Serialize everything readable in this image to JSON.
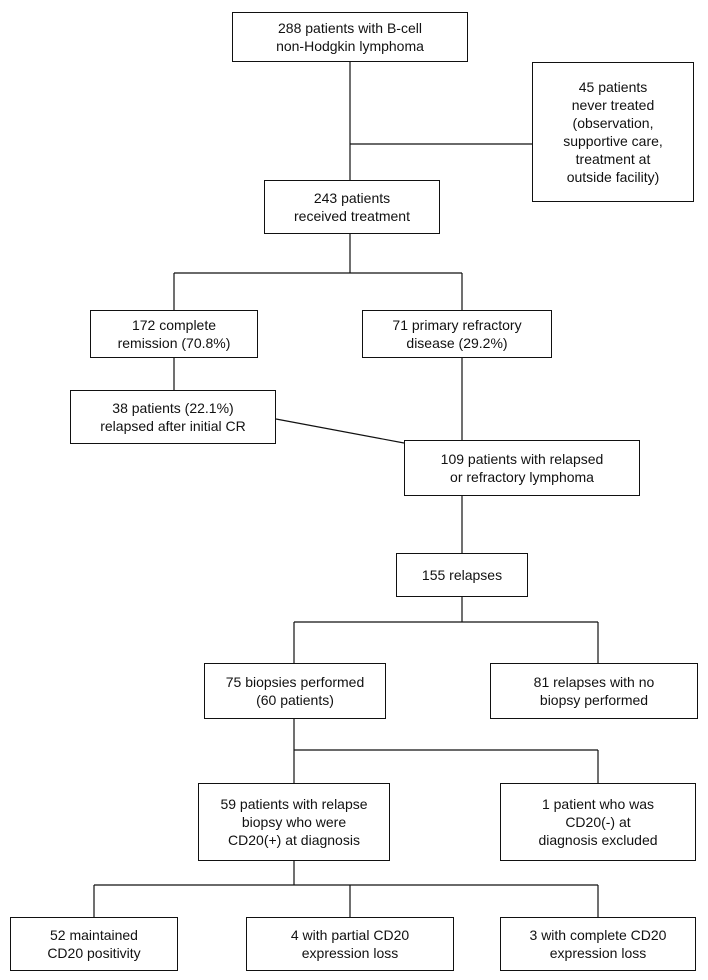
{
  "boxes": {
    "total": [
      "288 patients with B-cell",
      "non-Hodgkin lymphoma"
    ],
    "never_treated": [
      "45 patients",
      "never treated",
      "(observation,",
      "supportive care,",
      "treatment at",
      "outside facility)"
    ],
    "received": [
      "243 patients",
      "received treatment"
    ],
    "complete_remission": [
      "172 complete",
      "remission (70.8%)"
    ],
    "primary_refractory": [
      "71 primary refractory",
      "disease (29.2%)"
    ],
    "relapsed_cr": [
      "38 patients (22.1%)",
      "relapsed after initial CR"
    ],
    "relapsed_refractory": [
      "109 patients with relapsed",
      "or refractory lymphoma"
    ],
    "relapses": [
      "155 relapses"
    ],
    "biopsies": [
      "75 biopsies performed",
      "(60 patients)"
    ],
    "no_biopsy": [
      "81 relapses with no",
      "biopsy performed"
    ],
    "cd20_pos_dx": [
      "59 patients with relapse",
      "biopsy who were",
      "CD20(+) at diagnosis"
    ],
    "cd20_neg_excluded": [
      "1 patient who was",
      "CD20(-) at",
      "diagnosis excluded"
    ],
    "maintained": [
      "52 maintained",
      "CD20 positivity"
    ],
    "partial_loss": [
      "4 with partial CD20",
      "expression loss"
    ],
    "complete_loss": [
      "3 with complete CD20",
      "expression loss"
    ]
  }
}
